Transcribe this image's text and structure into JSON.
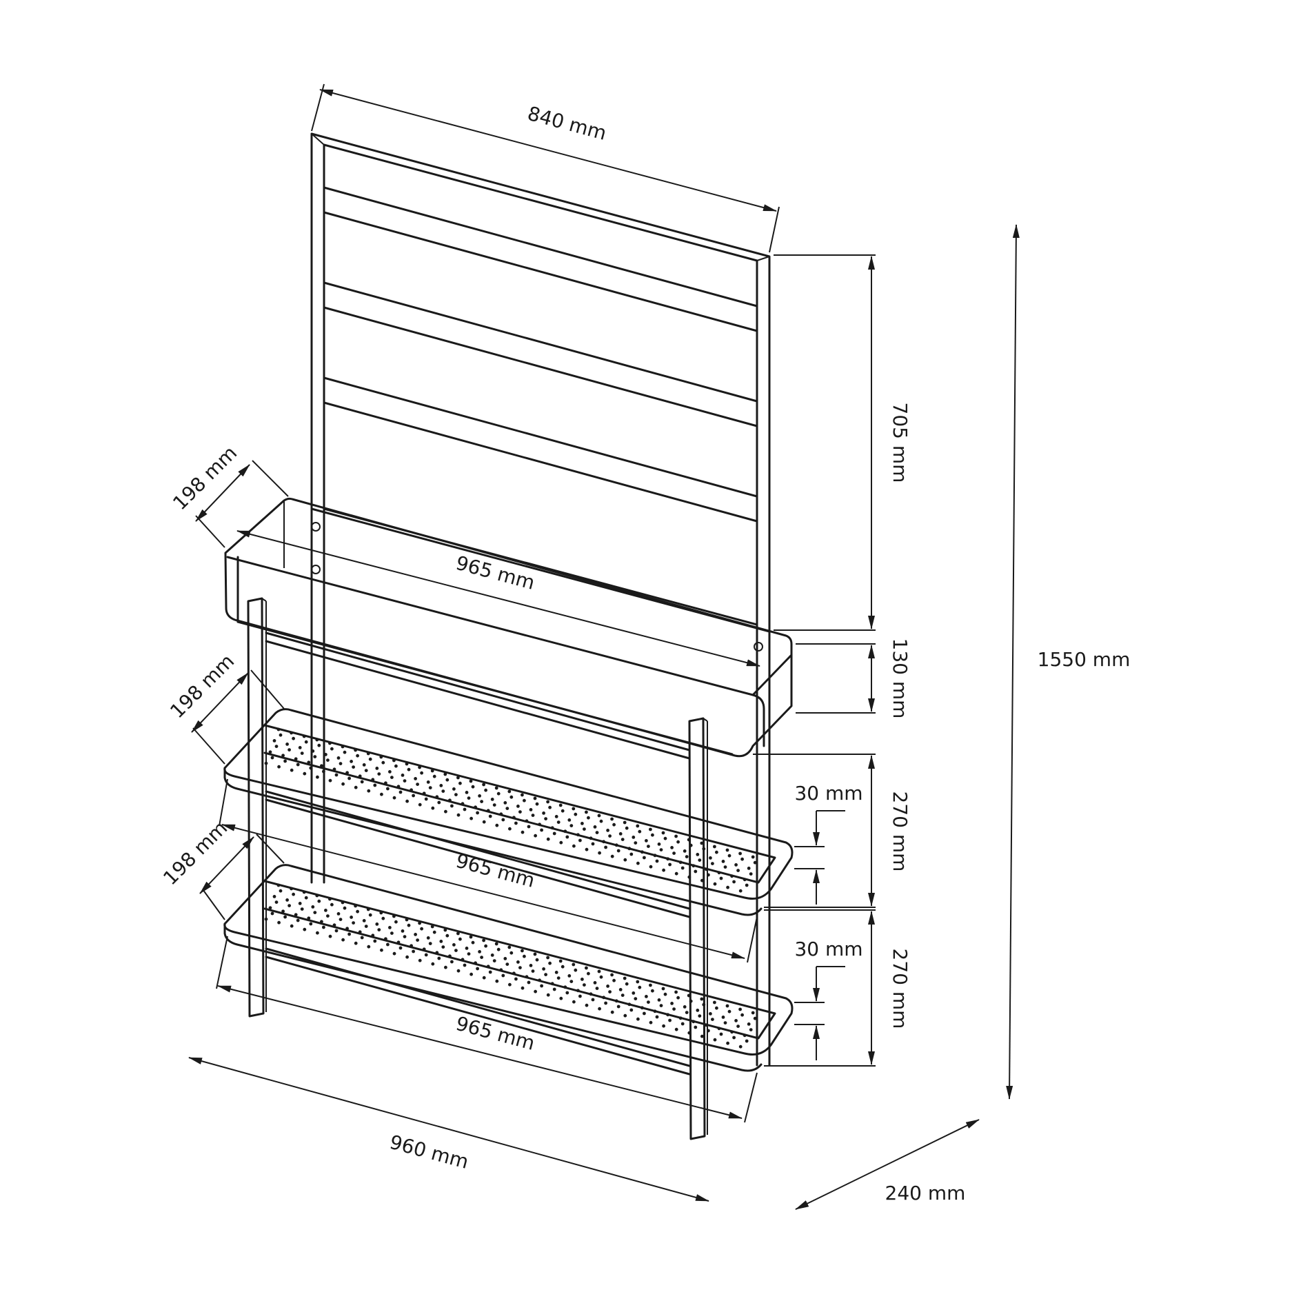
{
  "drawing": {
    "dimensions": {
      "trellis_width": "840 mm",
      "trellis_height": "705 mm",
      "planter_height": "130 mm",
      "shelf_gap_upper": "270 mm",
      "shelf_gap_lower": "270 mm",
      "shelf_lip_upper": "30 mm",
      "shelf_lip_lower": "30 mm",
      "total_height": "1550 mm",
      "planter_depth": "198 mm",
      "shelf1_depth": "198 mm",
      "shelf2_depth": "198 mm",
      "planter_length": "965 mm",
      "shelf1_length": "965 mm",
      "shelf2_length": "965 mm",
      "overall_width": "960 mm",
      "overall_depth": "240 mm"
    },
    "colors": {
      "line": "#1a1a1a",
      "background": "#ffffff"
    }
  }
}
